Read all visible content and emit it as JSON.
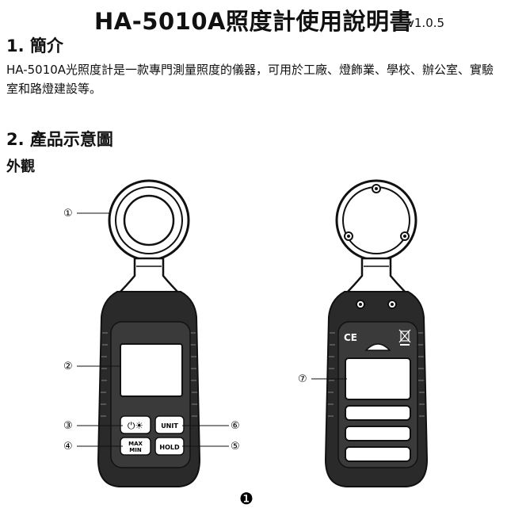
{
  "document": {
    "title": "HA-5010A照度計使用說明書",
    "version": "v1.0.5"
  },
  "sections": [
    {
      "heading": "1. 簡介",
      "body": "HA-5010A光照度計是一款專門測量照度的儀器，可用於工廠、燈飾業、學校、辦公室、實驗室和路燈建設等。"
    },
    {
      "heading": "2. 產品示意圖",
      "subheading": "外觀"
    }
  ],
  "figure": {
    "callouts": [
      "①",
      "②",
      "③",
      "④",
      "⑤",
      "⑥",
      "⑦"
    ],
    "buttons": {
      "power_symbol": "⏻☀",
      "unit": "UNIT",
      "max": "MAX",
      "min": "MIN",
      "hold": "HOLD"
    },
    "ce_mark": "CE",
    "figure_number": "❶",
    "colors": {
      "body": "#2a2a2a",
      "panel": "#3a3a3a",
      "line": "#111111"
    }
  }
}
